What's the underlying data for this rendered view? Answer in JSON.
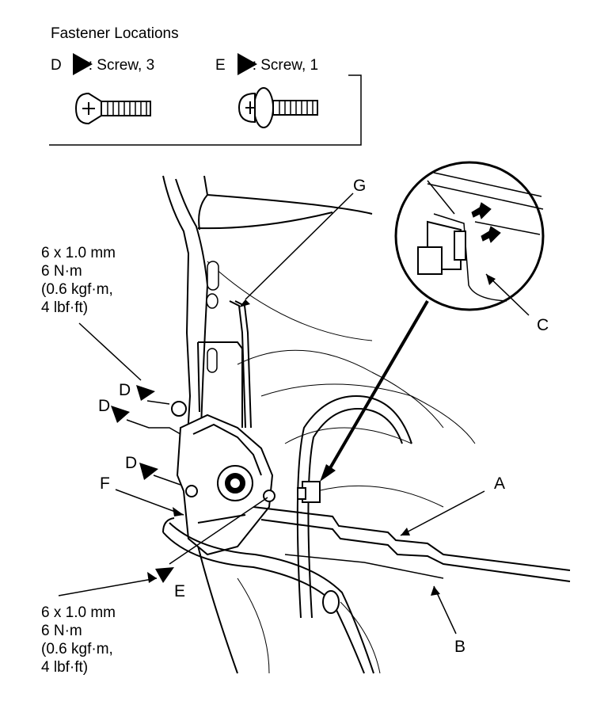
{
  "legend": {
    "title": "Fastener Locations",
    "d": {
      "letter": "D",
      "text": ": Screw, 3",
      "icon": "flat-head-screw-icon"
    },
    "e": {
      "letter": "E",
      "text": ": Screw, 1",
      "icon": "washer-head-screw-icon"
    }
  },
  "spec_top": {
    "line1": "6 x 1.0 mm",
    "line2": "6 N·m",
    "line3": "(0.6 kgf·m,",
    "line4": "4 lbf·ft)"
  },
  "spec_bottom": {
    "line1": "6 x 1.0 mm",
    "line2": "6 N·m",
    "line3": "(0.6 kgf·m,",
    "line4": "4 lbf·ft)"
  },
  "labels": {
    "a": "A",
    "b": "B",
    "c": "C",
    "d1": "D",
    "d2": "D",
    "d3": "D",
    "e": "E",
    "f": "F",
    "g": "G"
  }
}
